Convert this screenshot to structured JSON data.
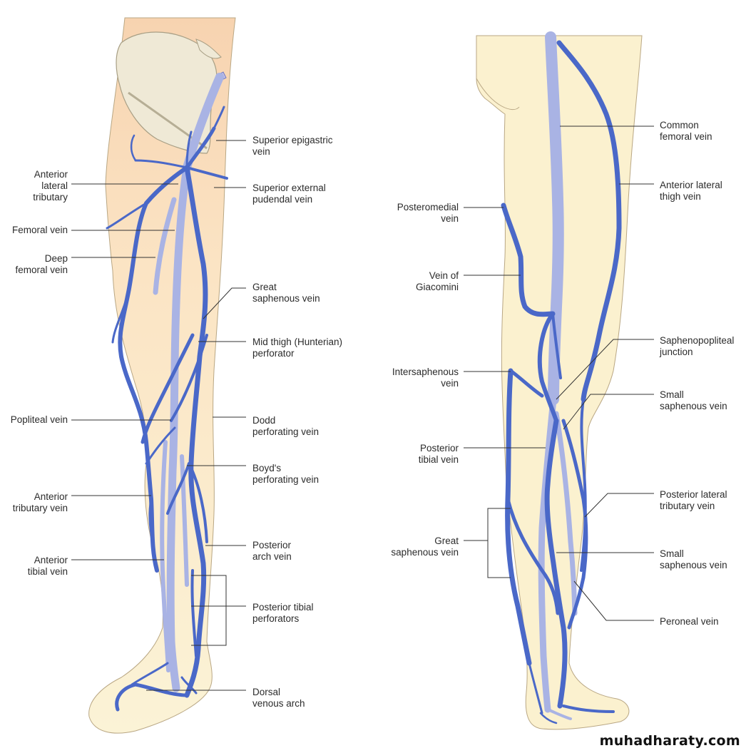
{
  "diagram": {
    "left_view": {
      "labels_left": [
        {
          "id": "anterior-lateral-tributary",
          "lines": [
            "Anterior",
            "lateral",
            "tributary"
          ]
        },
        {
          "id": "femoral-vein",
          "lines": [
            "Femoral vein"
          ]
        },
        {
          "id": "deep-femoral-vein",
          "lines": [
            "Deep",
            "femoral vein"
          ]
        },
        {
          "id": "popliteal-vein",
          "lines": [
            "Popliteal vein"
          ]
        },
        {
          "id": "anterior-tributary-vein",
          "lines": [
            "Anterior",
            "tributary vein"
          ]
        },
        {
          "id": "anterior-tibial-vein",
          "lines": [
            "Anterior",
            "tibial vein"
          ]
        }
      ],
      "labels_right": [
        {
          "id": "superior-epigastric-vein",
          "lines": [
            "Superior epigastric",
            "vein"
          ]
        },
        {
          "id": "superior-external-pudendal-vein",
          "lines": [
            "Superior external",
            "pudendal vein"
          ]
        },
        {
          "id": "great-saphenous-vein",
          "lines": [
            "Great",
            "saphenous vein"
          ]
        },
        {
          "id": "mid-thigh-perforator",
          "lines": [
            "Mid thigh (Hunterian)",
            "perforator"
          ]
        },
        {
          "id": "dodd-perforating-vein",
          "lines": [
            "Dodd",
            "perforating vein"
          ]
        },
        {
          "id": "boyds-perforating-vein",
          "lines": [
            "Boyd's",
            "perforating vein"
          ]
        },
        {
          "id": "posterior-arch-vein",
          "lines": [
            "Posterior",
            "arch vein"
          ]
        },
        {
          "id": "posterior-tibial-perforators",
          "lines": [
            "Posterior tibial",
            "perforators"
          ]
        },
        {
          "id": "dorsal-venous-arch",
          "lines": [
            "Dorsal",
            "venous arch"
          ]
        }
      ]
    },
    "right_view": {
      "labels_left": [
        {
          "id": "posteromedial-vein",
          "lines": [
            "Posteromedial",
            "vein"
          ]
        },
        {
          "id": "vein-of-giacomini",
          "lines": [
            "Vein of",
            "Giacomini"
          ]
        },
        {
          "id": "intersaphenous-vein",
          "lines": [
            "Intersaphenous",
            "vein"
          ]
        },
        {
          "id": "posterior-tibial-vein",
          "lines": [
            "Posterior",
            "tibial vein"
          ]
        },
        {
          "id": "great-saphenous-vein-posterior",
          "lines": [
            "Great",
            "saphenous vein"
          ]
        }
      ],
      "labels_right": [
        {
          "id": "common-femoral-vein",
          "lines": [
            "Common",
            "femoral vein"
          ]
        },
        {
          "id": "anterior-lateral-thigh-vein",
          "lines": [
            "Anterior lateral",
            "thigh vein"
          ]
        },
        {
          "id": "saphenopopliteal-junction",
          "lines": [
            "Saphenopopliteal",
            "junction"
          ]
        },
        {
          "id": "small-saphenous-vein-upper",
          "lines": [
            "Small",
            "saphenous vein"
          ]
        },
        {
          "id": "posterior-lateral-tributary-vein",
          "lines": [
            "Posterior lateral",
            "tributary vein"
          ]
        },
        {
          "id": "small-saphenous-vein-lower",
          "lines": [
            "Small",
            "saphenous vein"
          ]
        },
        {
          "id": "peroneal-vein",
          "lines": [
            "Peroneal vein"
          ]
        }
      ]
    },
    "watermark": "muhadharaty.com",
    "colors": {
      "superficial_vein": "#4a68c8",
      "deep_vein": "#a9b3e4",
      "skin": "#fbf1cf",
      "skin_upper": "#f7d3b0",
      "bone": "#efe9d6",
      "leader": "#333333"
    }
  }
}
